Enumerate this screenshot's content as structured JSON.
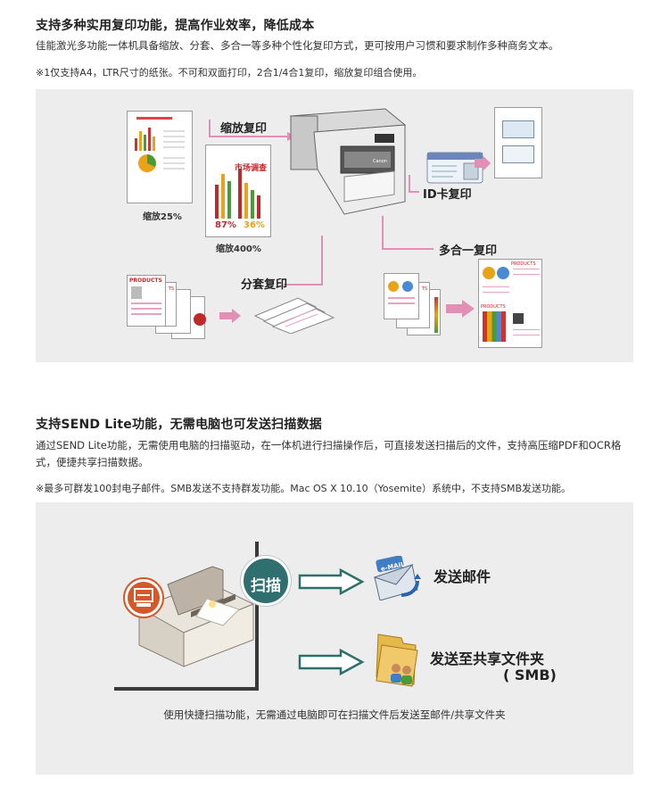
{
  "section1": {
    "title": "支持多种实用复印功能，提高作业效率，降低成本",
    "desc": "佳能激光多功能一体机具备缩放、分套、多合一等多种个性化复印方式，更可按用户习惯和要求制作多种商务文本。",
    "note": "※1仅支持A4，LTR尺寸的纸张。不可和双面打印，2合1/4合1复印，缩放复印组合使用。",
    "labels": {
      "zoom_copy": "缩放复印",
      "zoom25": "缩放25%",
      "zoom400": "缩放400%",
      "market_survey": "市场调查",
      "pct87": "87%",
      "pct36": "36%",
      "id_copy": "ID卡复印",
      "multi_copy": "多合一复印",
      "collate_copy": "分套复印",
      "products": "PRODUCTS",
      "printer_brand": "Canon"
    }
  },
  "section2": {
    "title": "支持SEND Lite功能，无需电脑也可发送扫描数据",
    "desc": "通过SEND Lite功能，无需使用电脑的扫描驱动，在一体机进行扫描操作后，可直接发送扫描后的文件，支持高压缩PDF和OCR格式，便捷共享扫描数据。",
    "note": "※最多可群发100封电子邮件。SMB发送不支持群发功能。Mac OS X 10.10（Yosemite）系统中，不支持SMB发送功能。",
    "scan_label": "扫描",
    "email_icon_text": "e-MAIL",
    "send_email": "发送邮件",
    "send_folder": "发送至共享文件夹",
    "smb": "( SMB)",
    "caption": "使用快捷扫描功能，无需通过电脑即可在扫描文件后发送至邮件/共享文件夹"
  },
  "colors": {
    "accent_pink": "#e28fb6",
    "scan_bubble": "#2f6f70",
    "arrow_teal": "#2d6f6a",
    "panel_bg": "#ededed",
    "scan_orange": "#d4582a"
  }
}
